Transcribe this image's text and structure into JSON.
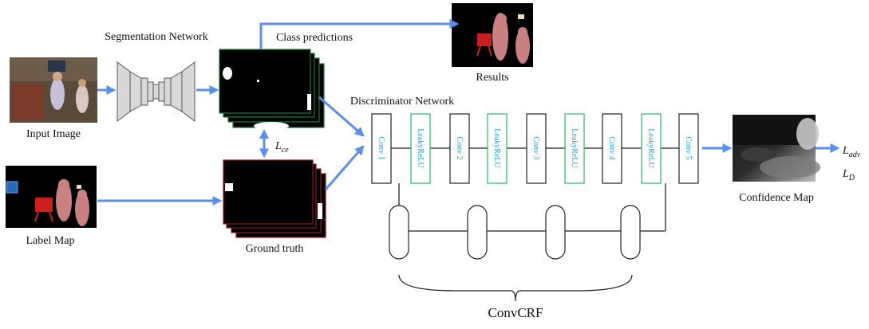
{
  "labels": {
    "segmentation_network": "Segmentation Network",
    "class_predictions": "Class predictions",
    "results": "Results",
    "input_image": "Input Image",
    "label_map": "Label Map",
    "ground_truth": "Ground truth",
    "discriminator_network": "Discriminator Network",
    "confidence_map": "Confidence Map",
    "convcrf": "ConvCRF"
  },
  "losses": {
    "ce_main": "L",
    "ce_sub": "ce",
    "adv_main": "L",
    "adv_sub": "adv",
    "d_main": "L",
    "d_sub": "D"
  },
  "layers": [
    "Conv 1",
    "LeakyReLU",
    "Conv 2",
    "LeakyReLU",
    "Conv 3",
    "LeakyReLU",
    "Conv 4",
    "LeakyReLU",
    "Conv 5"
  ],
  "colors": {
    "arrow": "#5b8fe8",
    "conv_text": "#1da1d6",
    "relu_border": "#2db36a",
    "label_person": "#c98080",
    "label_chair": "#cc2020"
  }
}
